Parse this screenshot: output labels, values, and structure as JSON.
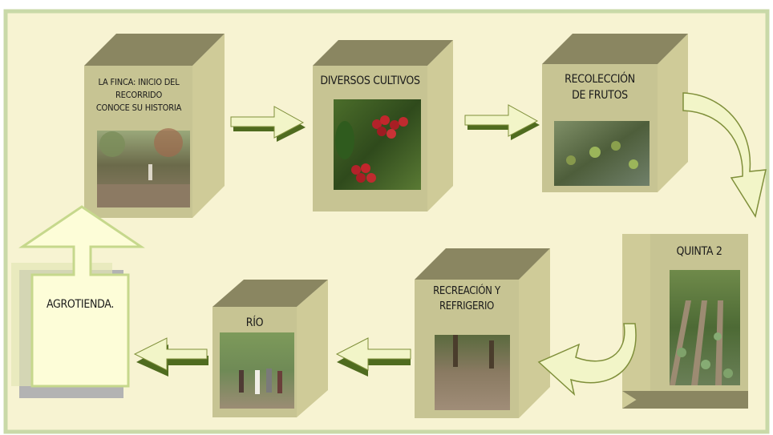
{
  "steps": {
    "finca": "LA FINCA: INICIO DEL\nRECORRIDO\nCONOCE SU HISTORIA",
    "cultivos": "DIVERSOS CULTIVOS",
    "frutos": "RECOLECCIÓN\nDE FRUTOS",
    "quinta": "QUINTA 2",
    "recreacion": "RECREACIÓN Y\nREFRIGERIO",
    "rio": "RÍO",
    "agrotienda": "AGROTIENDA."
  },
  "colors": {
    "frame_border": "#c9d9a8",
    "frame_fill": "#f7f3d2",
    "cube_front": "#c7c493",
    "cube_side": "#cfcb98",
    "cube_top": "#8a8661",
    "arrow_fill": "#f2f5c8",
    "arrow_stroke": "#7f8f3a",
    "arrow_shadow": "#4f6b1f",
    "agrotienda_fill": "#fdfdd8",
    "agrotienda_border": "#c6d88c",
    "agrotienda_shadow": "#b3b3b3"
  },
  "icons": {
    "photo_finca": "farm-path-photo",
    "photo_cultivos": "coffee-berries-photo",
    "photo_frutos": "citrus-tree-photo",
    "photo_quinta": "vegetable-rows-photo",
    "photo_recreacion": "shaded-clearing-photo",
    "photo_rio": "river-people-photo"
  }
}
